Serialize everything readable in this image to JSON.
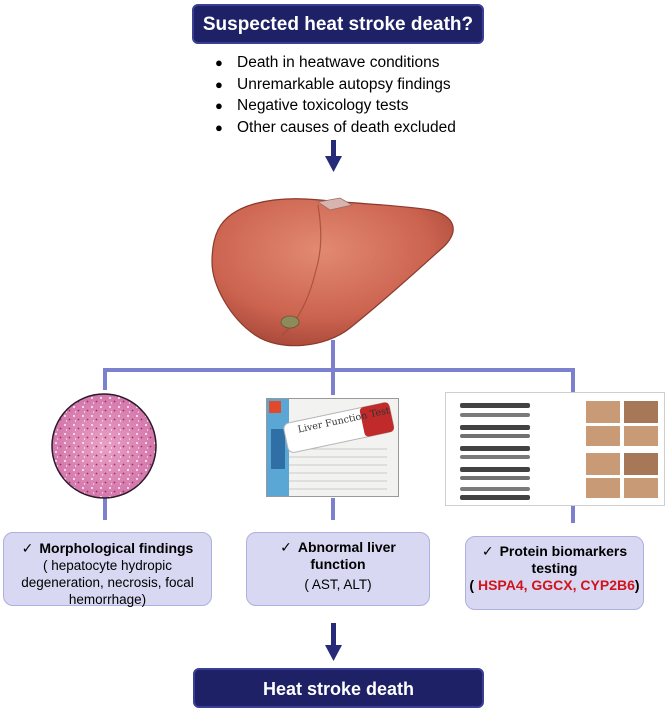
{
  "top_box": {
    "title": "Suspected heat stroke death?"
  },
  "criteria": [
    "Death in heatwave conditions",
    "Unremarkable autopsy findings",
    "Negative toxicology tests",
    "Other causes of death excluded"
  ],
  "images": {
    "organ": "liver-illustration",
    "histology": "histology-micrograph",
    "lab_test": "liver-function-test-photo",
    "blots": "western-blot-and-ihc-panels"
  },
  "lab_test_photo_text": "Liver Function Test",
  "findings": {
    "morphological": {
      "heading": "Morphological findings",
      "detail_lines": [
        "( hepatocyte hydropic",
        "degeneration, necrosis, focal",
        "hemorrhage)"
      ]
    },
    "liver_function": {
      "heading_lines": [
        "Abnormal liver",
        "function"
      ],
      "detail": "( AST, ALT)"
    },
    "protein": {
      "heading_lines": [
        "Protein biomarkers",
        "testing"
      ],
      "paren_open": "( ",
      "markers": "HSPA4, GGCX, CYP2B6",
      "paren_close": ")"
    }
  },
  "check_mark": "✓",
  "bottom_box": {
    "title": "Heat stroke death"
  },
  "colors": {
    "title_box": "#1e2166",
    "arrow": "#262a78",
    "connector": "#7b80cf",
    "finding_box": "#d8d8f2",
    "marker_text": "#d0141c"
  }
}
